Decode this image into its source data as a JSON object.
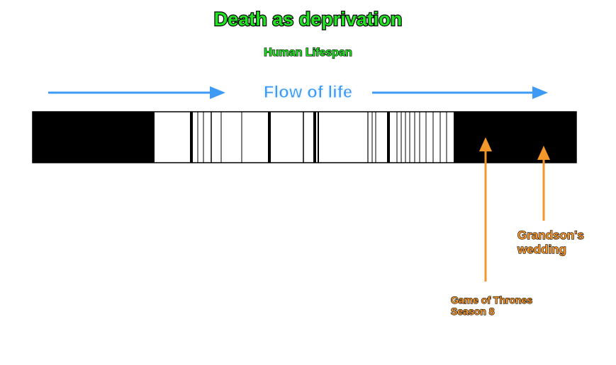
{
  "title": "Death as deprivation",
  "subtitle": "Human Lifespan",
  "flow_label": "Flow of life",
  "annotations": [
    {
      "line1": "Grandson's",
      "line2": "wedding"
    },
    {
      "line1": "Game of Thrones",
      "line2": "Season 8"
    }
  ],
  "colors": {
    "title": "#22e322",
    "flow": "#3d9bf5",
    "annotation": "#f5962b",
    "bar_dark": "#000000",
    "bar_light": "#ffffff"
  }
}
